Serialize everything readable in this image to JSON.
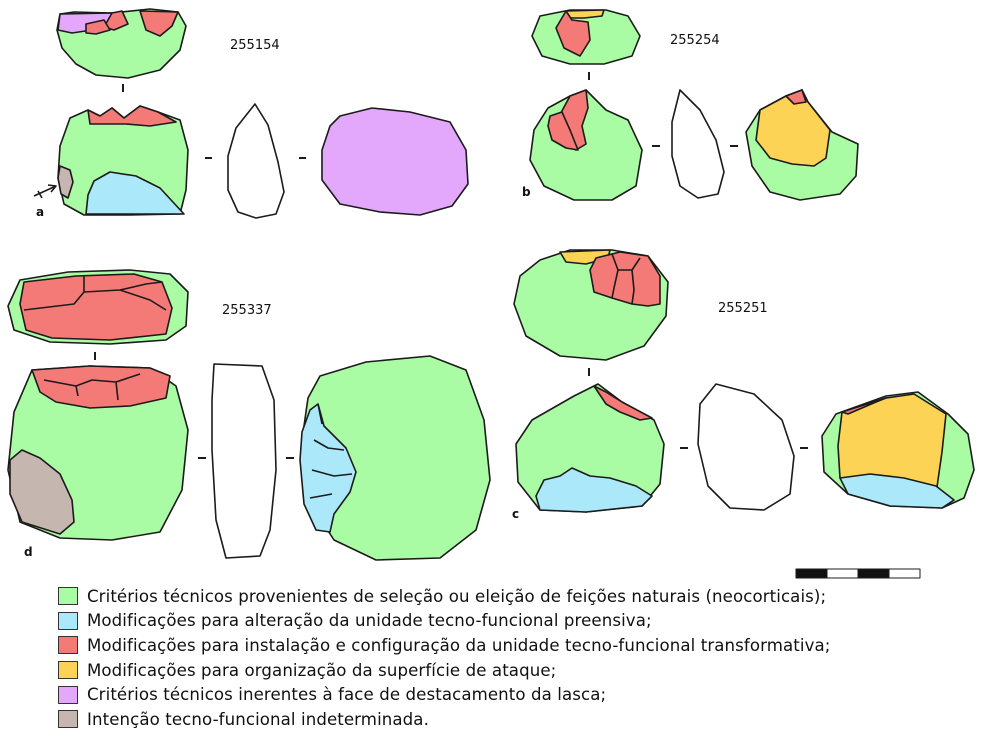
{
  "colors": {
    "natural": "#a9fba4",
    "preensive": "#aae8fa",
    "transformative": "#f47a77",
    "attack_surface": "#fdd355",
    "flake_face": "#e3a8fb",
    "indeterminate": "#c6b6b0",
    "outline": "#1b1b1b"
  },
  "artifacts": {
    "a": {
      "id": "255154",
      "letter": "a"
    },
    "b": {
      "id": "255254",
      "letter": "b"
    },
    "c": {
      "id": "255251",
      "letter": "c"
    },
    "d": {
      "id": "255337",
      "letter": "d"
    }
  },
  "legend": [
    {
      "key": "natural",
      "label": "Critérios técnicos provenientes de seleção ou eleição de feições naturais (neocorticais);"
    },
    {
      "key": "preensive",
      "label": "Modificações para alteração da unidade tecno-funcional preensiva;"
    },
    {
      "key": "transformative",
      "label": "Modificações para instalação e configuração da unidade tecno-funcional transformativa;"
    },
    {
      "key": "attack_surface",
      "label": "Modificações para organização da superfície de ataque;"
    },
    {
      "key": "flake_face",
      "label": "Critérios técnicos inerentes à face de destacamento da lasca;"
    },
    {
      "key": "indeterminate",
      "label": "Intenção tecno-funcional indeterminada."
    }
  ]
}
